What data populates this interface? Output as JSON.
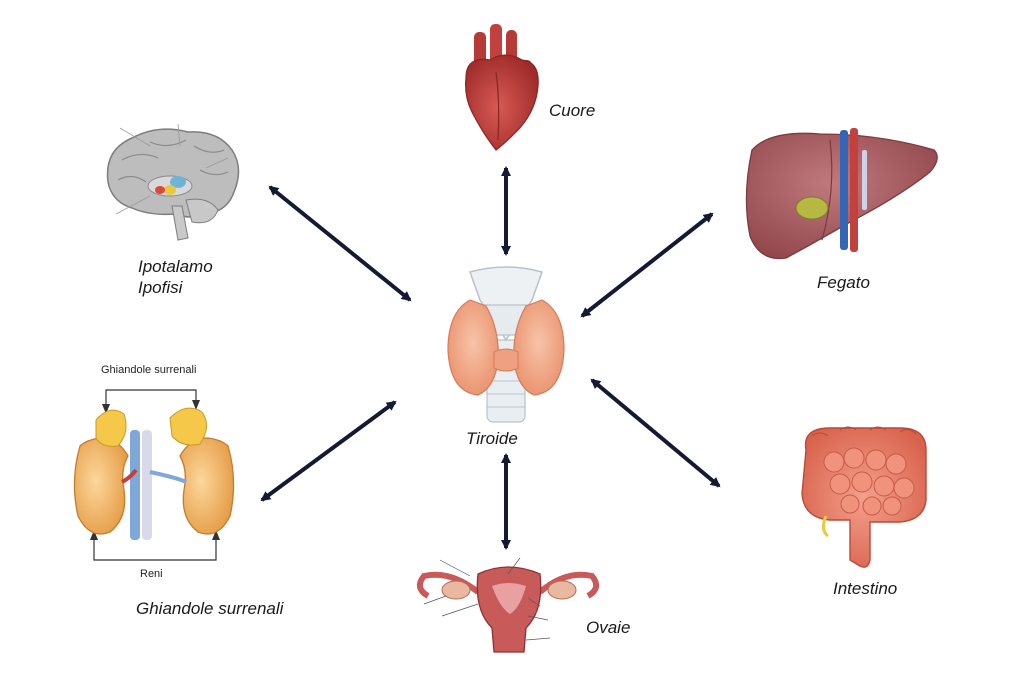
{
  "center": {
    "label": "Tiroide"
  },
  "organs": {
    "heart": {
      "label": "Cuore"
    },
    "brain": {
      "label_line1": "Ipotalamo",
      "label_line2": "Ipofisi"
    },
    "liver": {
      "label": "Fegato"
    },
    "adrenal": {
      "label": "Ghiandole surrenali",
      "top_caption": "Ghiandole surrenali",
      "bottom_caption": "Reni"
    },
    "ovary": {
      "label": "Ovaie"
    },
    "intestine": {
      "label": "Intestino"
    }
  },
  "colors": {
    "arrow": "#141a33",
    "heart": "#c2403d",
    "liver": "#a85a5e",
    "kidney": "#f1b266",
    "adrenal": "#f5c84a",
    "uterus": "#c95a5a",
    "intestine": "#e8806a",
    "thyroid": "#f2a98a",
    "brain": "#b8b8b8"
  }
}
